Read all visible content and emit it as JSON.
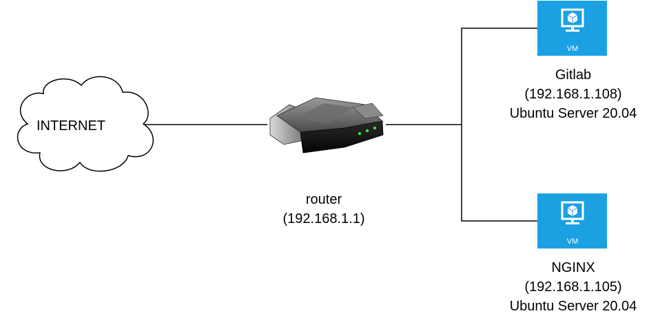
{
  "nodes": {
    "internet": {
      "label": "INTERNET"
    },
    "router": {
      "name": "router",
      "ip": "(192.168.1.1)"
    },
    "gitlab": {
      "name": "Gitlab",
      "ip": "(192.168.1.108)",
      "os": "Ubuntu Server 20.04",
      "badge": "VM"
    },
    "nginx": {
      "name": "NGINX",
      "ip": "(192.168.1.105)",
      "os": "Ubuntu Server 20.04",
      "badge": "VM"
    }
  },
  "colors": {
    "vm_tile": "#1ba1e2",
    "line": "#000000",
    "router_led": "#39e63a"
  }
}
